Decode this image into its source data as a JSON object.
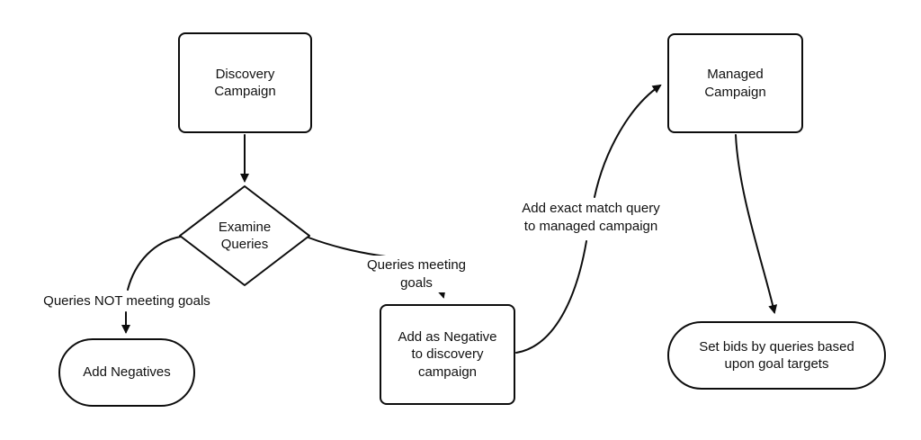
{
  "diagram": {
    "colors": {
      "stroke": "#0d0d0d",
      "background": "#ffffff",
      "text": "#111111"
    },
    "nodes": {
      "discovery": {
        "label": "Discovery\nCampaign",
        "shape": "rectangle"
      },
      "examine": {
        "label": "Examine\nQueries",
        "shape": "diamond"
      },
      "add_negatives": {
        "label": "Add Negatives",
        "shape": "stadium"
      },
      "add_as_negative": {
        "label": "Add as Negative\nto discovery\ncampaign",
        "shape": "rectangle"
      },
      "managed": {
        "label": "Managed\nCampaign",
        "shape": "rectangle"
      },
      "set_bids": {
        "label": "Set bids by queries based\nupon goal targets",
        "shape": "stadium"
      }
    },
    "edges": {
      "discovery_to_examine": {
        "label": ""
      },
      "not_meeting": {
        "label": "Queries NOT meeting goals"
      },
      "meeting": {
        "label": "Queries meeting goals"
      },
      "exact_match": {
        "label": "Add exact match query\nto managed campaign"
      },
      "managed_to_set_bids": {
        "label": ""
      }
    }
  }
}
